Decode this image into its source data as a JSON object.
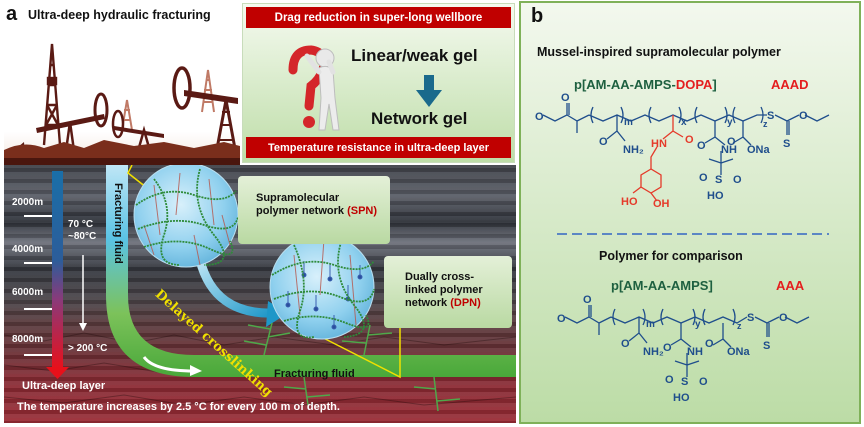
{
  "panel_a": {
    "letter": "a",
    "title": "Ultra-deep hydraulic fracturing",
    "gel_box": {
      "banner_top": "Drag reduction in super-long wellbore",
      "from_label": "Linear/weak gel",
      "to_label": "Network gel",
      "banner_bottom": "Temperature resistance in ultra-deep layer",
      "arrow_color": "#1a6a8c"
    },
    "depth_scale": {
      "depths": [
        "2000m",
        "4000m",
        "6000m",
        "8000m"
      ],
      "temp_start_line1": "70 °C",
      "temp_start_line2": "~80°C",
      "temp_end": "> 200 °C",
      "bottom_label": "Ultra-deep layer",
      "gradient_top_color": "#1a6fa8",
      "gradient_bottom_color": "#e8101a"
    },
    "fracturing_fluid_vertical": "Fracturing fluid",
    "fracturing_fluid_horizontal": "Fracturing fluid",
    "delayed_label": "Delayed crosslinking",
    "spn_callout": {
      "line1": "Supramolecular",
      "line2": "polymer network ",
      "abbr": "(SPN)"
    },
    "dpn_callout": {
      "line1": "Dually cross-",
      "line2": "linked polymer",
      "line3": "network ",
      "abbr": "(DPN)"
    },
    "footnote": "The temperature increases by 2.5 °C for every 100 m of depth."
  },
  "panel_b": {
    "letter": "b",
    "section1_title": "Mussel-inspired supramolecular polymer",
    "polymer1_name_main": "p[AM-AA-AMPS-",
    "polymer1_name_highlight": "DOPA",
    "polymer1_name_end": "]",
    "polymer1_abbr": "AAAD",
    "section2_title": "Polymer for comparison",
    "polymer2_name": "p[AM-AA-AMPS]",
    "polymer2_abbr": "AAA",
    "structure_labels": {
      "subscripts1": [
        "m",
        "x",
        "y",
        "z"
      ],
      "subscripts2": [
        "m",
        "y",
        "z"
      ],
      "amide": "NH₂",
      "dopa_nh": "HN",
      "amps_nh": "NH",
      "sodium": "ONa",
      "sulfur": "S",
      "oxygen": "O",
      "hydroxyl": "HO",
      "dopa_oh1": "HO",
      "dopa_oh2": "OH"
    },
    "colors": {
      "structure": "#1f4e8c",
      "dopa": "#e53a2a",
      "polymer_name": "#1e6040",
      "abbr": "#e41e1e"
    }
  }
}
